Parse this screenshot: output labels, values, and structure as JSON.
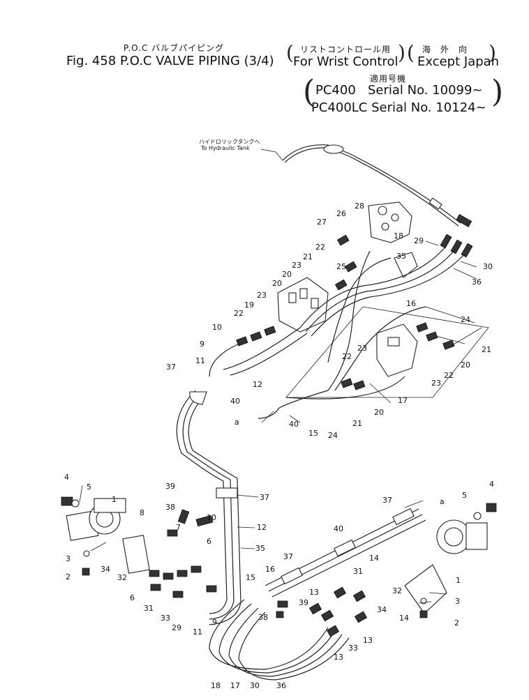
{
  "header": {
    "jp_title": "P.O.C バルブパイピング",
    "fig_title": "Fig. 458 P.O.C VALVE PIPING (3/4)",
    "jp_wrist": "リストコントロール用",
    "wrist": "For Wrist Control",
    "jp_export": "海外向",
    "export": "Except Japan",
    "jp_models": "適用号機",
    "serial1": "PC400   Serial No. 10099~",
    "serial2": "PC400LC Serial No. 10124~"
  },
  "tank_label": {
    "jp": "ハイドロリックタンクへ",
    "en": "To Hydraulic Tank"
  },
  "callouts": [
    {
      "id": "c27",
      "text": "27"
    },
    {
      "id": "c26",
      "text": "26"
    },
    {
      "id": "c28",
      "text": "28"
    },
    {
      "id": "c22a",
      "text": "22"
    },
    {
      "id": "c18a",
      "text": "18"
    },
    {
      "id": "c29a",
      "text": "29"
    },
    {
      "id": "c30a",
      "text": "30"
    },
    {
      "id": "c21a",
      "text": "21"
    },
    {
      "id": "c25",
      "text": "25"
    },
    {
      "id": "c35a",
      "text": "35"
    },
    {
      "id": "c36a",
      "text": "36"
    },
    {
      "id": "c23a",
      "text": "23"
    },
    {
      "id": "c20a",
      "text": "20"
    },
    {
      "id": "c20b",
      "text": "20"
    },
    {
      "id": "c23b",
      "text": "23"
    },
    {
      "id": "c19",
      "text": "19"
    },
    {
      "id": "c22b",
      "text": "22"
    },
    {
      "id": "c16a",
      "text": "16"
    },
    {
      "id": "c24a",
      "text": "24"
    },
    {
      "id": "c10a",
      "text": "10"
    },
    {
      "id": "c9a",
      "text": "9"
    },
    {
      "id": "c11a",
      "text": "11"
    },
    {
      "id": "c21b",
      "text": "21"
    },
    {
      "id": "c20c",
      "text": "20"
    },
    {
      "id": "c23c",
      "text": "23"
    },
    {
      "id": "c22c",
      "text": "22"
    },
    {
      "id": "c22d",
      "text": "22"
    },
    {
      "id": "c23d",
      "text": "23"
    },
    {
      "id": "c37a",
      "text": "37"
    },
    {
      "id": "c12a",
      "text": "12"
    },
    {
      "id": "c40a",
      "text": "40"
    },
    {
      "id": "c17a",
      "text": "17"
    },
    {
      "id": "c20d",
      "text": "20"
    },
    {
      "id": "ca1",
      "text": "a"
    },
    {
      "id": "c40b",
      "text": "40"
    },
    {
      "id": "c15a",
      "text": "15"
    },
    {
      "id": "c24b",
      "text": "24"
    },
    {
      "id": "c21c",
      "text": "21"
    },
    {
      "id": "c4a",
      "text": "4"
    },
    {
      "id": "c5a",
      "text": "5"
    },
    {
      "id": "c1a",
      "text": "1"
    },
    {
      "id": "c39a",
      "text": "39"
    },
    {
      "id": "c37b",
      "text": "37"
    },
    {
      "id": "c38a",
      "text": "38"
    },
    {
      "id": "c8",
      "text": "8"
    },
    {
      "id": "c7",
      "text": "7"
    },
    {
      "id": "c10b",
      "text": "10"
    },
    {
      "id": "c12b",
      "text": "12"
    },
    {
      "id": "c35b",
      "text": "35"
    },
    {
      "id": "c3a",
      "text": "3"
    },
    {
      "id": "c6a",
      "text": "6"
    },
    {
      "id": "c2a",
      "text": "2"
    },
    {
      "id": "c34a",
      "text": "34"
    },
    {
      "id": "c32a",
      "text": "32"
    },
    {
      "id": "c6b",
      "text": "6"
    },
    {
      "id": "c31a",
      "text": "31"
    },
    {
      "id": "c33a",
      "text": "33"
    },
    {
      "id": "c29b",
      "text": "29"
    },
    {
      "id": "c11b",
      "text": "11"
    },
    {
      "id": "c9b",
      "text": "9"
    },
    {
      "id": "c37c",
      "text": "37"
    },
    {
      "id": "ca2",
      "text": "a"
    },
    {
      "id": "c4b",
      "text": "4"
    },
    {
      "id": "c5b",
      "text": "5"
    },
    {
      "id": "c40c",
      "text": "40"
    },
    {
      "id": "c37d",
      "text": "37"
    },
    {
      "id": "c14a",
      "text": "14"
    },
    {
      "id": "c15b",
      "text": "15"
    },
    {
      "id": "c16b",
      "text": "16"
    },
    {
      "id": "c31b",
      "text": "31"
    },
    {
      "id": "c32b",
      "text": "32"
    },
    {
      "id": "c1b",
      "text": "1"
    },
    {
      "id": "c13a",
      "text": "13"
    },
    {
      "id": "c39b",
      "text": "39"
    },
    {
      "id": "c3b",
      "text": "3"
    },
    {
      "id": "c38b",
      "text": "38"
    },
    {
      "id": "c34b",
      "text": "34"
    },
    {
      "id": "c14b",
      "text": "14"
    },
    {
      "id": "c2b",
      "text": "2"
    },
    {
      "id": "c13b",
      "text": "13"
    },
    {
      "id": "c33b",
      "text": "33"
    },
    {
      "id": "c13c",
      "text": "13"
    },
    {
      "id": "c18b",
      "text": "18"
    },
    {
      "id": "c17b",
      "text": "17"
    },
    {
      "id": "c30b",
      "text": "30"
    },
    {
      "id": "c36b",
      "text": "36"
    }
  ]
}
